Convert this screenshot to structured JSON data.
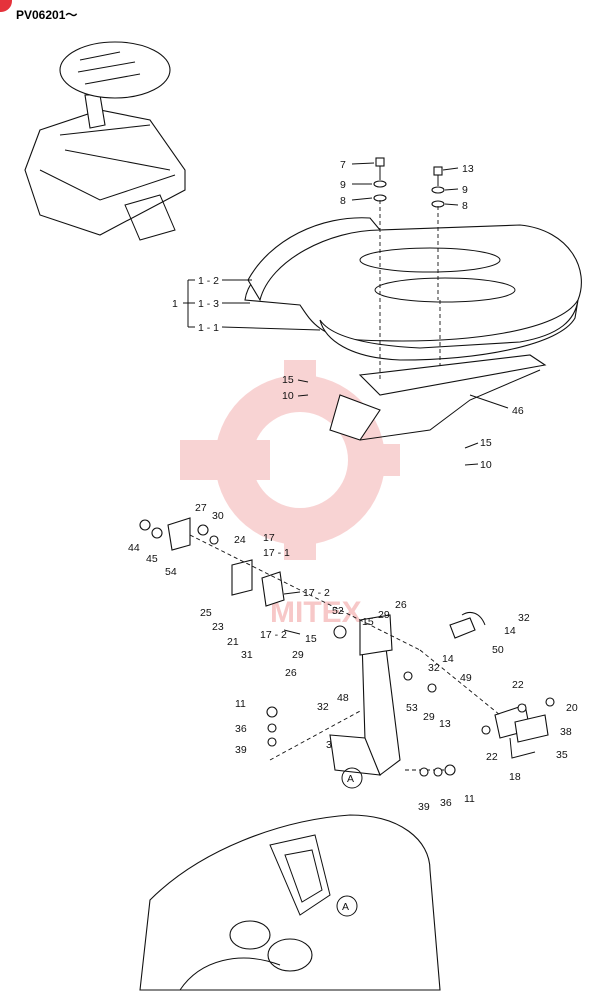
{
  "header": {
    "model_code": "PV06201～"
  },
  "watermark": {
    "text": "MITEX",
    "color": "#f2a5a5"
  },
  "colors": {
    "corner_badge": "#e5323b",
    "line": "#111111"
  },
  "callouts": {
    "c7": "7",
    "c9a": "9",
    "c8a": "8",
    "c13": "13",
    "c9b": "9",
    "c8b": "8",
    "c1_2": "1 - 2",
    "c1": "1",
    "c1_3": "1 - 3",
    "c1_1": "1 - 1",
    "c15a": "15",
    "c10a": "10",
    "c46": "46",
    "c15b": "15",
    "c10b": "10",
    "c27": "27",
    "c30": "30",
    "c44": "44",
    "c45": "45",
    "c54": "54",
    "c24": "24",
    "c17": "17",
    "c17_1": "17 - 1",
    "c17_2a": "17 - 2",
    "c17_2b": "17 - 2",
    "c25": "25",
    "c23": "23",
    "c21": "21",
    "c31": "31",
    "c52": "52",
    "c26a": "26",
    "c29a": "29",
    "c15c": "15",
    "c32a": "32",
    "c14a": "14",
    "c50": "50",
    "c15d": "15",
    "c29b": "29",
    "c26b": "26",
    "c32b": "32",
    "c48": "48",
    "c14b": "14",
    "c32c": "32",
    "c49": "49",
    "c53": "53",
    "c29c": "29",
    "c13b": "13",
    "c22a": "22",
    "c20": "20",
    "c38": "38",
    "c22b": "22",
    "c35": "35",
    "c18": "18",
    "c11a": "11",
    "c36a": "36",
    "c39a": "39",
    "c3": "3",
    "cA1": "A",
    "c39b": "39",
    "c36b": "36",
    "c11b": "11",
    "cA2": "A"
  }
}
